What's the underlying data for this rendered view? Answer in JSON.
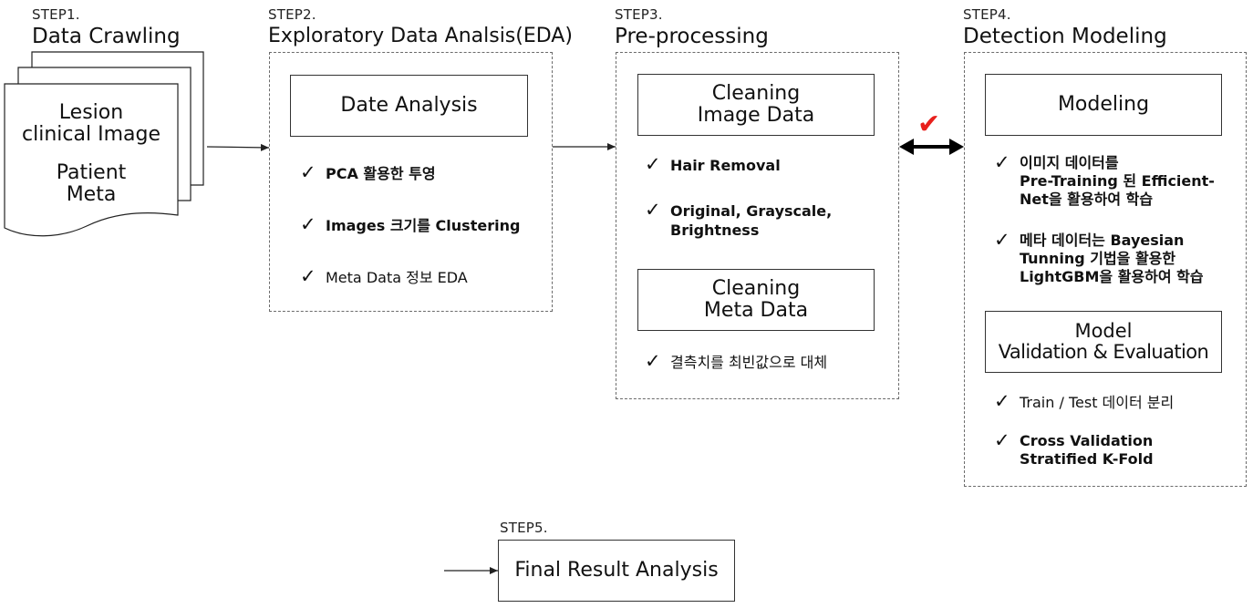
{
  "step1": {
    "label": "STEP1.",
    "title": "Data Crawling",
    "doc_line1": "Lesion",
    "doc_line2": "clinical Image",
    "doc_line3": "Patient",
    "doc_line4": "Meta"
  },
  "step2": {
    "label": "STEP2.",
    "title": "Exploratory Data Analsis(EDA)",
    "box": "Date Analysis",
    "items": [
      {
        "text": "PCA 활용한 투영",
        "bold": true
      },
      {
        "text": "Images 크기를 Clustering",
        "bold": true
      },
      {
        "text": "Meta Data 정보 EDA",
        "bold": false
      }
    ]
  },
  "step3": {
    "label": "STEP3.",
    "title": "Pre-processing",
    "box1_line1": "Cleaning",
    "box1_line2": "Image Data",
    "items1": [
      {
        "text": "Hair Removal",
        "bold": true
      },
      {
        "line1": "Original, Grayscale,",
        "line2": "Brightness",
        "bold": true
      }
    ],
    "box2_line1": "Cleaning",
    "box2_line2": "Meta Data",
    "items2": [
      {
        "text": "결측치를 최빈값으로 대체",
        "bold": false
      }
    ]
  },
  "step4": {
    "label": "STEP4.",
    "title": "Detection Modeling",
    "box1": "Modeling",
    "items1": [
      {
        "line1": "이미지 데이터를",
        "line2": "Pre-Training 된 Efficient-",
        "line3": "Net을 활용하여 학습",
        "bold": true
      },
      {
        "line1": "메타 데이터는 Bayesian",
        "line2": "Tunning 기법을 활용한",
        "line3": "LightGBM을 활용하여 학습",
        "bold": true
      }
    ],
    "box2_line1": "Model",
    "box2_line2": "Validation & Evaluation",
    "items2": [
      {
        "text": "Train / Test 데이터 분리",
        "bold": false
      },
      {
        "line1": "Cross Validation",
        "line2": "Stratified K-Fold",
        "bold": true
      }
    ]
  },
  "step5": {
    "label": "STEP5.",
    "box": "Final Result Analysis"
  },
  "check_glyph": "✓",
  "red_check_glyph": "✔",
  "colors": {
    "accent_red": "#e8201c",
    "stroke": "#333333",
    "dash": "#6b6b6b"
  }
}
